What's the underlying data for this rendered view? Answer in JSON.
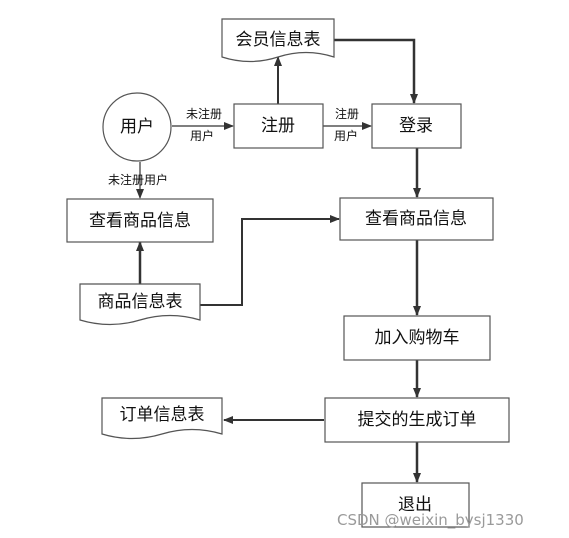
{
  "diagram": {
    "type": "flowchart",
    "colors": {
      "stroke": "#555555",
      "arrow": "#333333",
      "text": "#111111",
      "watermark": "#9a9a9a"
    },
    "nodes": {
      "user": "用户",
      "member_table": "会员信息表",
      "register": "注册",
      "login": "登录",
      "view_left": "查看商品信息",
      "view_right": "查看商品信息",
      "product_table": "商品信息表",
      "add_cart": "加入购物车",
      "submit_order": "提交的生成订单",
      "order_table": "订单信息表",
      "exit": "退出"
    },
    "edges": {
      "user_register": [
        "未注册",
        "用户"
      ],
      "register_login": [
        "注册",
        "用户"
      ],
      "user_view": "未注册用户"
    },
    "watermark": "CSDN @weixin_bysj1330"
  }
}
